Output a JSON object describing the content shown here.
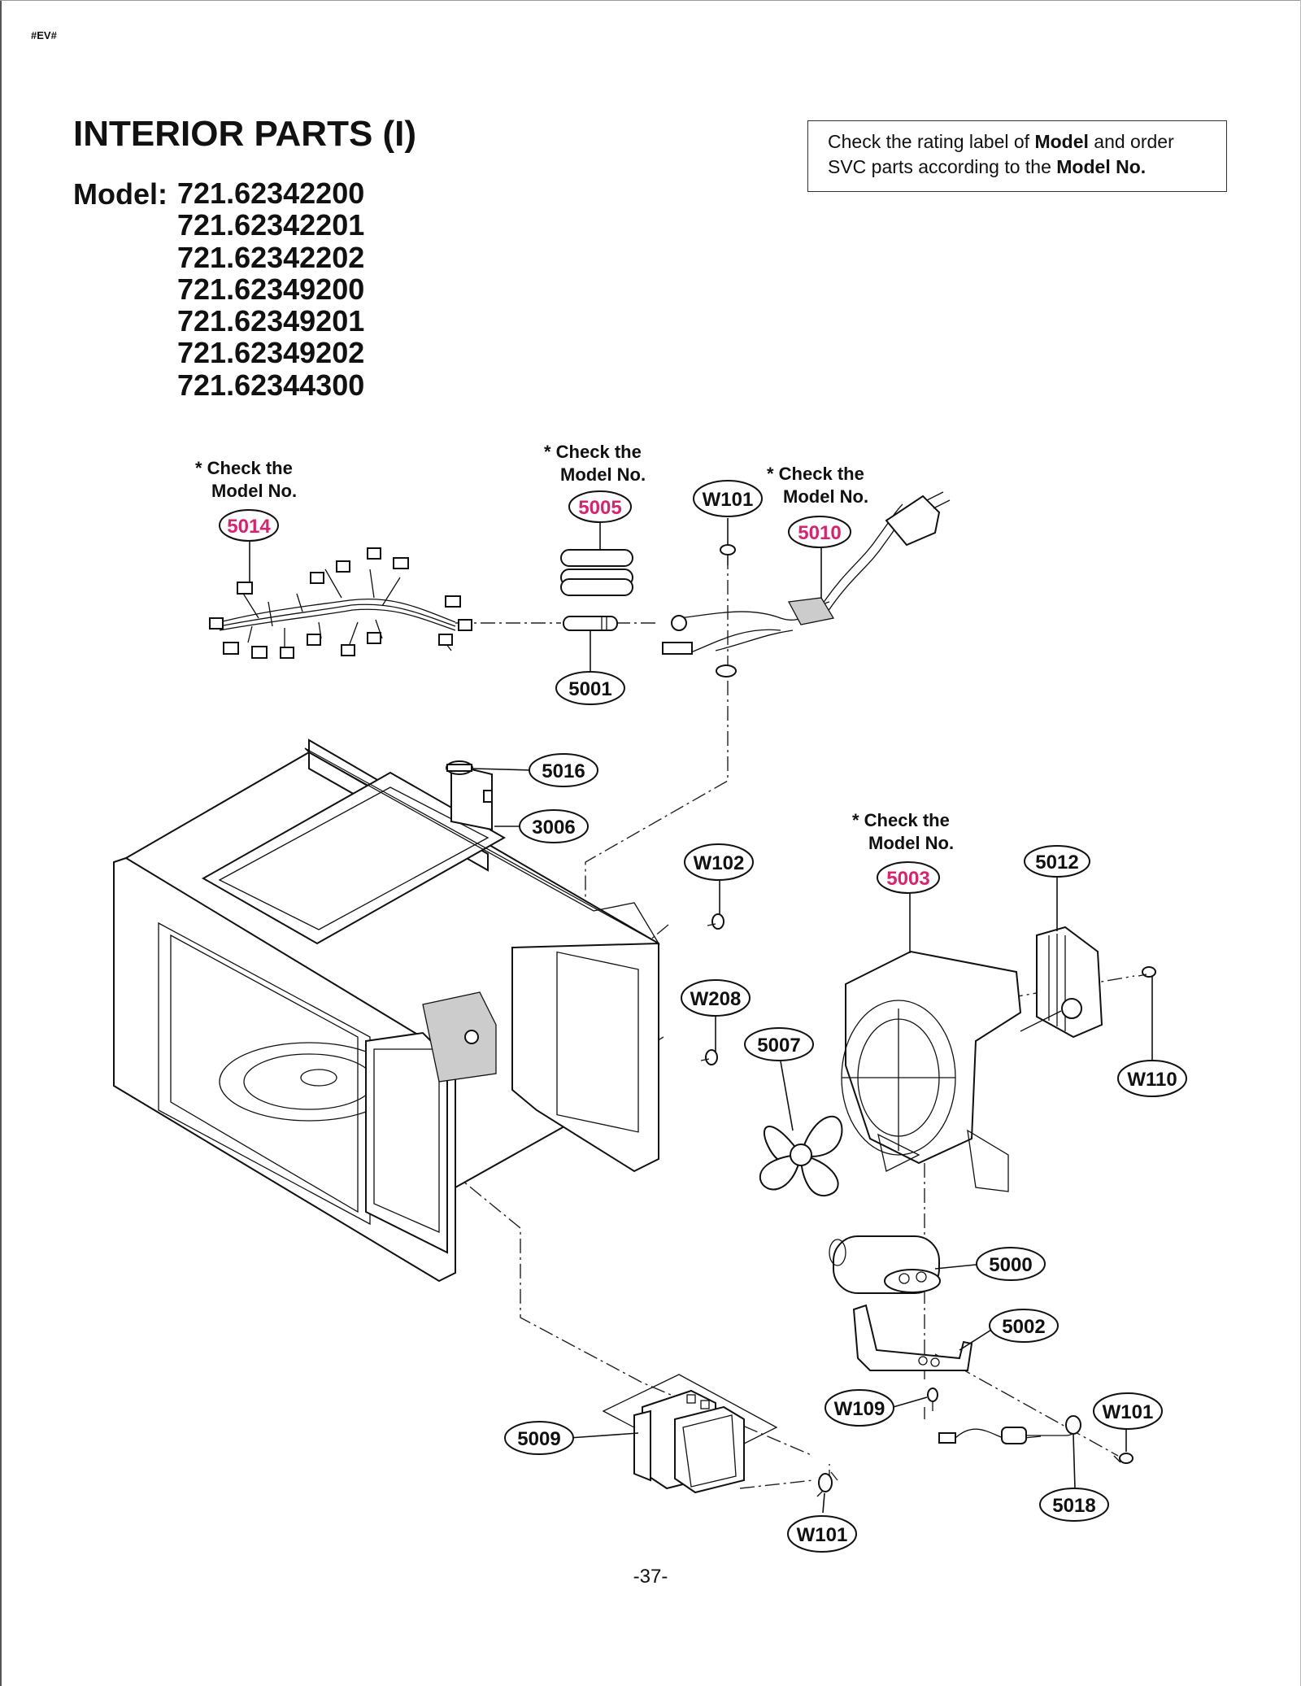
{
  "header": {
    "code_tag": "#EV#",
    "title": "INTERIOR PARTS (I)",
    "model_label": "Model:",
    "models": [
      "721.62342200",
      "721.62342201",
      "721.62342202",
      "721.62349200",
      "721.62349201",
      "721.62349202",
      "721.62344300"
    ]
  },
  "notice": {
    "part1": "Check the rating label of ",
    "bold1": "Model",
    "part2": " and order SVC parts according to the ",
    "bold2": "Model No."
  },
  "notes": {
    "check_line1": "* Check the",
    "check_line2": "Model No."
  },
  "callouts": {
    "c5014": "5014",
    "c5005": "5005",
    "c5010": "5010",
    "c5003": "5003",
    "c5001": "5001",
    "c5016": "5016",
    "c3006": "3006",
    "c5012": "5012",
    "c5007": "5007",
    "c5000": "5000",
    "c5002": "5002",
    "c5009": "5009",
    "c5018": "5018",
    "w101_top": "W101",
    "w102": "W102",
    "w208": "W208",
    "w110": "W110",
    "w109": "W109",
    "w101_right": "W101",
    "w101_bottom": "W101"
  },
  "colors": {
    "highlight": "#d6246e",
    "line": "#111111"
  },
  "page_number": "-37-"
}
